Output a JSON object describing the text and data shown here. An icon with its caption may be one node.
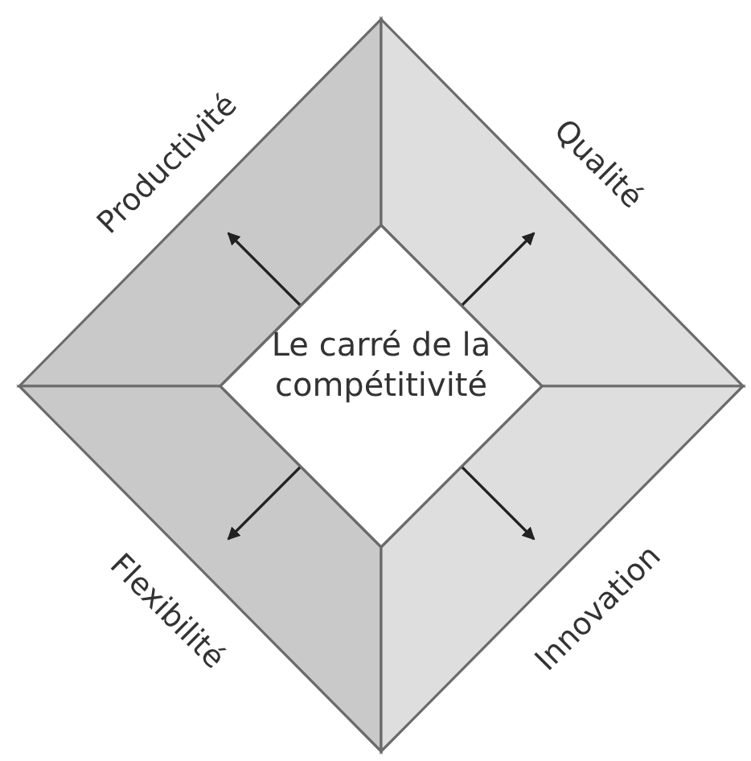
{
  "diagram": {
    "nodes": [
      {
        "text": [
          "Le carré de la compétitivité"
        ]
      },
      {
        "text": [
          "Productivité"
        ]
      },
      {
        "text": [
          "Qualité"
        ]
      },
      {
        "text": [
          "Flexibilité"
        ]
      },
      {
        "text": [
          "Innovation"
        ]
      }
    ],
    "edges": [
      {
        "from": 0,
        "to": 1,
        "arrow": "to"
      },
      {
        "from": 0,
        "to": 2,
        "arrow": "to"
      },
      {
        "from": 0,
        "to": 3,
        "arrow": "to"
      },
      {
        "from": 0,
        "to": 4,
        "arrow": "to"
      }
    ]
  }
}
